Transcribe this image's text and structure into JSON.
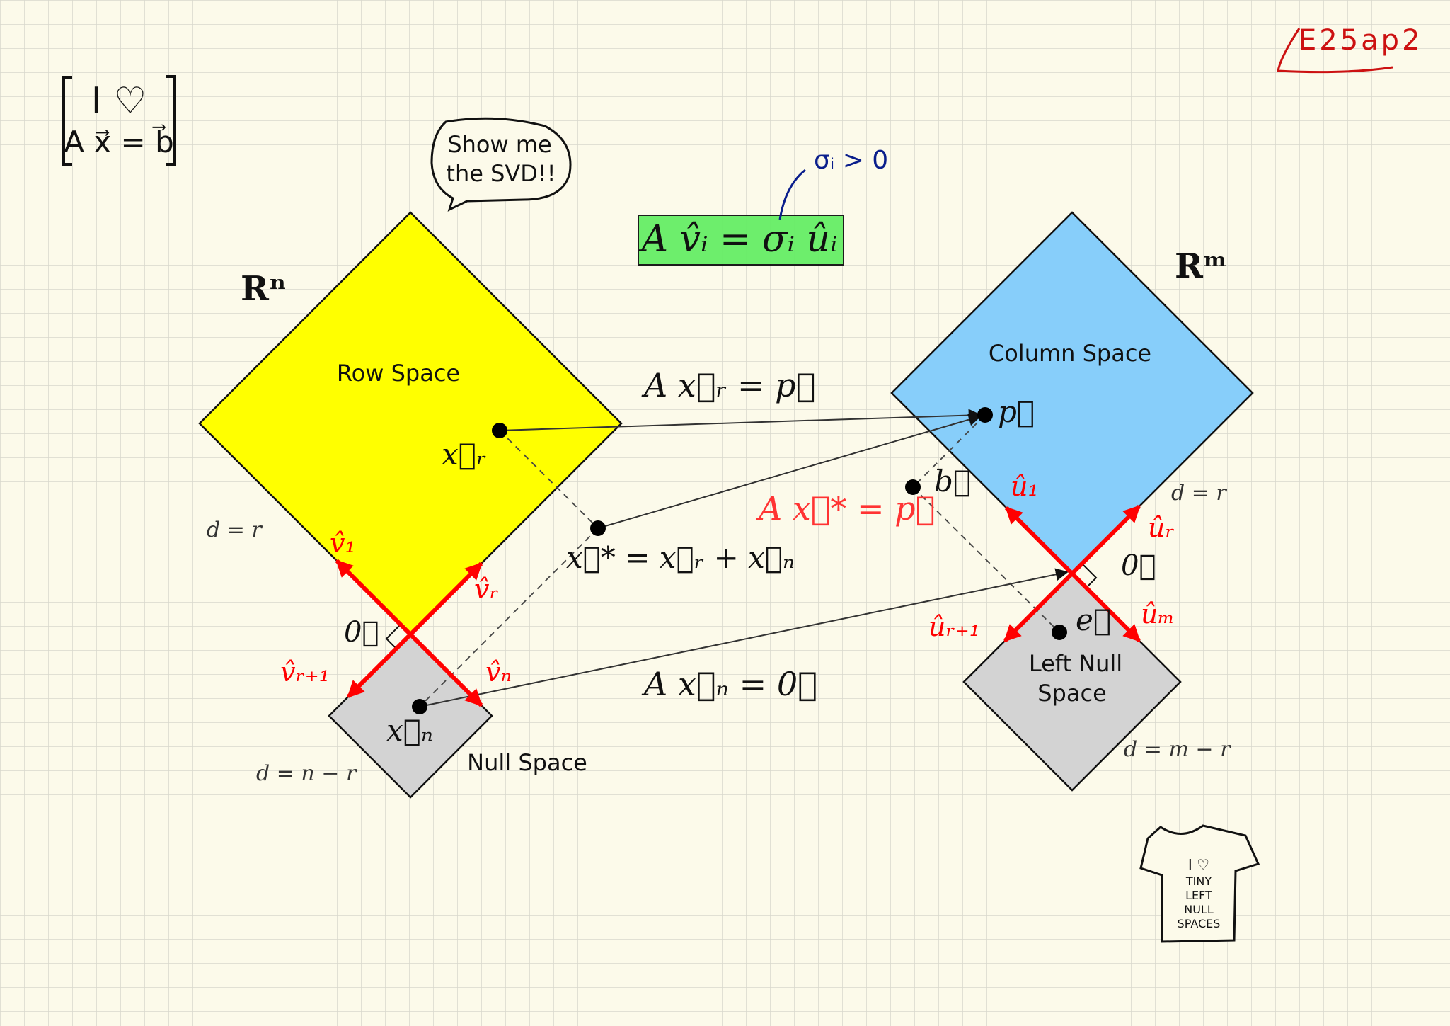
{
  "page_id": "E25ap2",
  "logo": {
    "line1": "I ♡",
    "line2": "A x⃗ = b⃗"
  },
  "speech_bubble": {
    "line1": "Show me",
    "line2": "the SVD!!"
  },
  "svd_equation": "A v̂ᵢ = σᵢ ûᵢ",
  "sigma_note": "σᵢ > 0",
  "spaces": {
    "domain": "Rⁿ",
    "codomain": "Rᵐ",
    "row_space": "Row Space",
    "null_space": "Null Space",
    "column_space": "Column Space",
    "left_null_line1": "Left Null",
    "left_null_line2": "Space"
  },
  "dims": {
    "row": "d = r",
    "null": "d = n − r",
    "col": "d = r",
    "leftnull": "d = m − r"
  },
  "vectors": {
    "v1": "v̂₁",
    "vr": "v̂ᵣ",
    "vr1": "v̂ᵣ₊₁",
    "vn": "v̂ₙ",
    "u1": "û₁",
    "ur": "ûᵣ",
    "ur1": "ûᵣ₊₁",
    "um": "ûₘ",
    "zero_left": "0⃗",
    "zero_right": "0⃗"
  },
  "points": {
    "xr": "x⃗ᵣ",
    "xn": "x⃗ₙ",
    "xstar": "x⃗* = x⃗ᵣ + x⃗ₙ",
    "p": "p⃗",
    "b": "b⃗",
    "e": "e⃗"
  },
  "equations": {
    "axr": "A x⃗ᵣ = p⃗",
    "axn": "A x⃗ₙ = 0⃗",
    "axstar": "A x⃗* = p⃗"
  },
  "shirt": {
    "l1": "I ♡",
    "l2": "TINY",
    "l3": "LEFT",
    "l4": "NULL",
    "l5": "SPACES"
  },
  "colors": {
    "row_space": "#ffff00",
    "null_space": "#d3d3d3",
    "column_space": "#87cefa",
    "basis_vector": "#ff0000",
    "highlight": "#66ee66",
    "ink_blue": "#0a1e8c",
    "ink_red": "#cc1111",
    "grid": "#d8d8cc"
  }
}
